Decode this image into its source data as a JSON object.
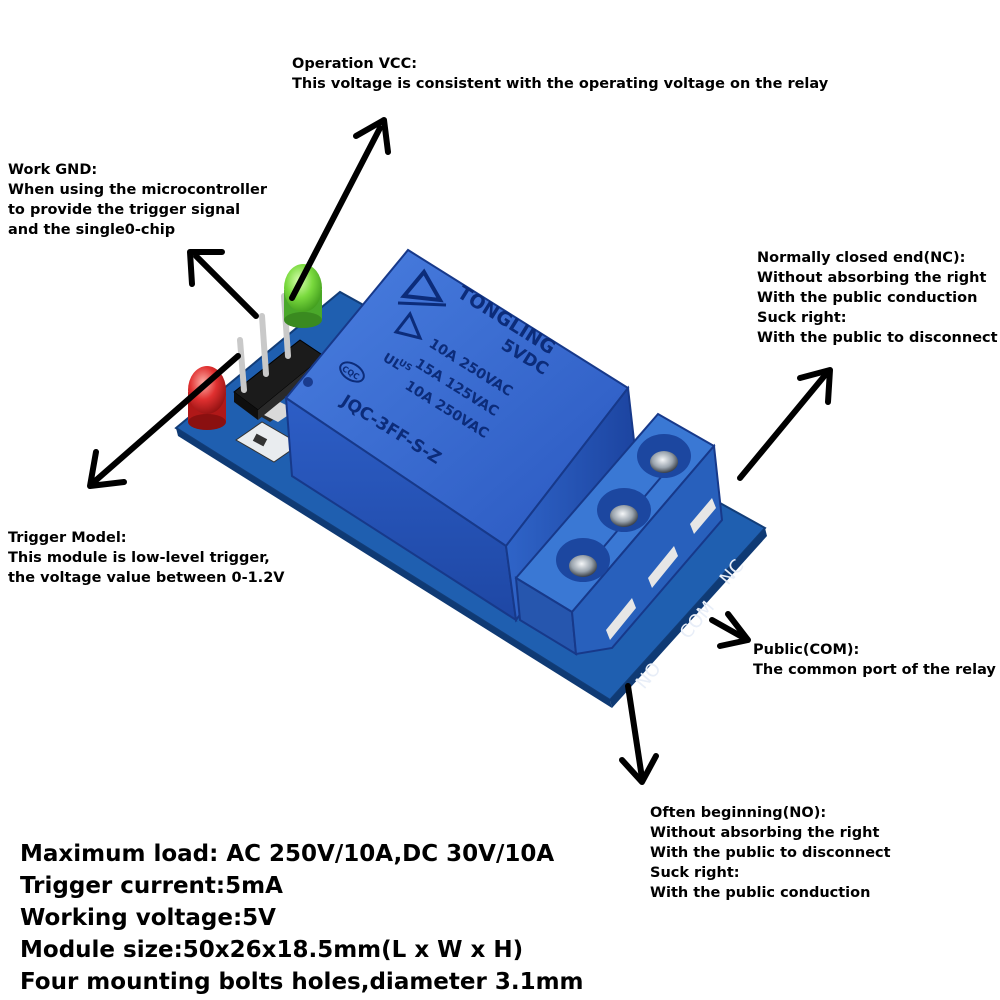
{
  "notes": {
    "vcc": [
      "Operation VCC:",
      "This voltage is consistent with the operating voltage on the relay"
    ],
    "gnd": [
      "Work GND:",
      "When using the microcontroller",
      "to provide the trigger signal",
      "and the single0-chip"
    ],
    "nc": [
      "Normally closed end(NC):",
      "Without absorbing the right",
      "With the public conduction",
      "Suck right:",
      "With the public to disconnect"
    ],
    "trigger": [
      "Trigger Model:",
      "This module is low-level trigger,",
      "the voltage value between 0-1.2V"
    ],
    "com": [
      "Public(COM):",
      "The common port of the relay"
    ],
    "no": [
      "Often beginning(NO):",
      "Without absorbing the right",
      "With the public to disconnect",
      "Suck right:",
      "With the public conduction"
    ]
  },
  "specs": [
    "Maximum load: AC 250V/10A,DC 30V/10A",
    "Trigger current:5mA",
    "Working voltage:5V",
    "Module size:50x26x18.5mm(L x W x H)",
    "Four mounting bolts holes,diameter 3.1mm"
  ],
  "relay": {
    "brand": "TONGLING",
    "voltage": "5VDC",
    "rating1": "10A 250VAC",
    "rating2": "15A 125VAC",
    "rating3": "10A 250VAC",
    "model": "JQC-3FF-S-Z",
    "cqc": "CQC",
    "ul": "US"
  },
  "terminal_labels": {
    "nc": "NC",
    "com": "COM",
    "no": "NO"
  },
  "colors": {
    "pcb": "#1f5fb0",
    "relay_body": "#2e5fc8",
    "terminal": "#2a66c4",
    "led_green": "#6cd23a",
    "led_red": "#d92a2a",
    "arrow": "#000000"
  }
}
